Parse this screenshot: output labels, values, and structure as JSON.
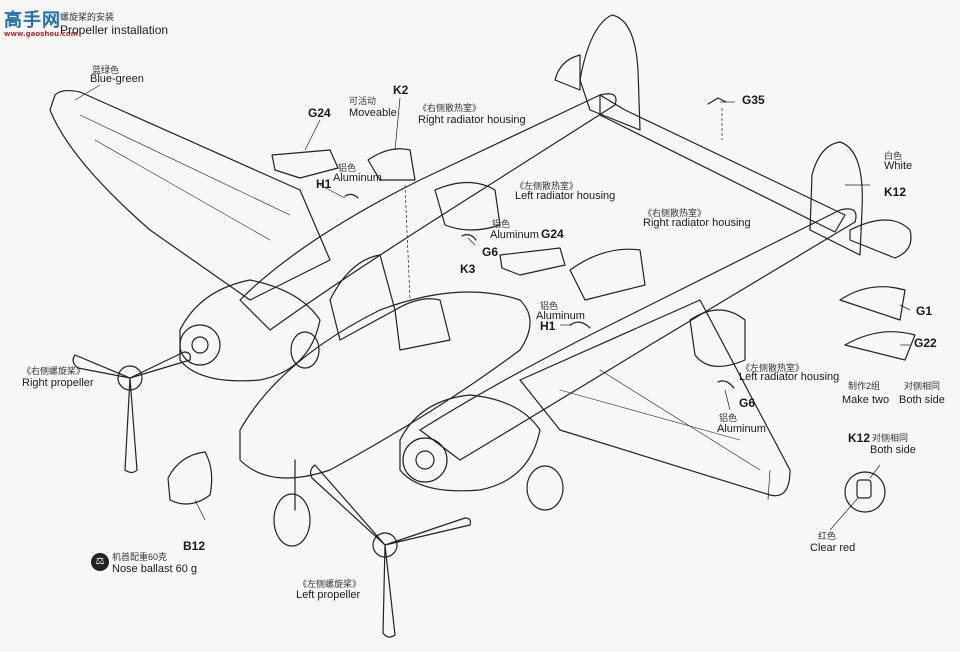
{
  "logo": {
    "text": "高手网",
    "sub": "www.gaoshou.com"
  },
  "step": {
    "title_cn": "螺旋桨的安装",
    "title_en": "Propeller installation"
  },
  "labels": {
    "blue_green_cn": "蓝绿色",
    "blue_green_en": "Blue-green",
    "moveable_cn": "可活动",
    "moveable_en": "Moveable",
    "g24_top": "G24",
    "k2": "K2",
    "right_rad_top_cn": "《右侧散热室》",
    "right_rad_top_en": "Right radiator housing",
    "alu1_cn": "铝色",
    "alu1_en": "Aluminum",
    "h1_top": "H1",
    "left_rad_top_cn": "《左侧散热室》",
    "left_rad_top_en": "Left radiator housing",
    "alu2_cn": "铝色",
    "alu2_en": "Aluminum",
    "g6_top": "G6",
    "g24_mid": "G24",
    "k3": "K3",
    "g35": "G35",
    "white_cn": "白色",
    "white_en": "White",
    "k12_tail": "K12",
    "right_rad_mid_cn": "《右侧散热室》",
    "right_rad_mid_en": "Right radiator housing",
    "alu3_cn": "铝色",
    "alu3_en": "Aluminum",
    "h1_mid": "H1",
    "g1": "G1",
    "g22": "G22",
    "make_two_cn": "制作2组",
    "make_two_en": "Make two",
    "both_side_cn": "对侧相同",
    "both_side_en": "Both side",
    "left_rad_low_cn": "《左侧散热室》",
    "left_rad_low_en": "Left radiator housing",
    "g6_low": "G6",
    "alu4_cn": "铝色",
    "alu4_en": "Aluminum",
    "right_prop_cn": "《右侧螺旋桨》",
    "right_prop_en": "Right propeller",
    "k12_wing": "K12",
    "both_side2_cn": "对侧相同",
    "both_side2_en": "Both side",
    "clear_red_cn": "红色",
    "clear_red_en": "Clear red",
    "b12": "B12",
    "ballast_cn": "机首配重60克",
    "ballast_en": "Nose ballast 60 g",
    "left_prop_cn": "《左侧螺旋桨》",
    "left_prop_en": "Left propeller"
  }
}
